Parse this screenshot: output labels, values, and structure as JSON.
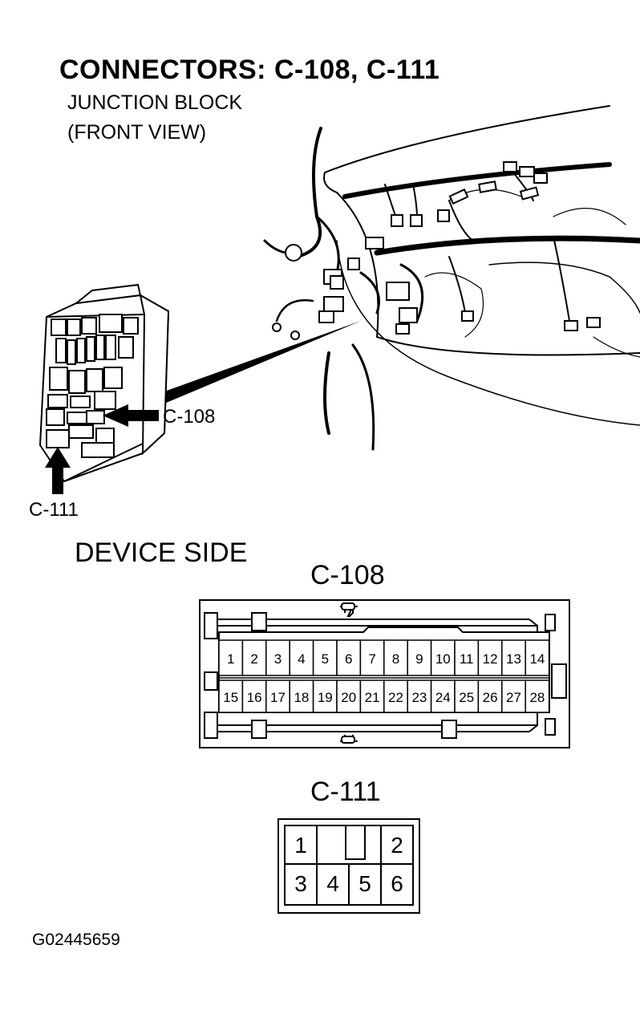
{
  "title": "CONNECTORS: C-108, C-111",
  "subtitle_line1": "JUNCTION BLOCK",
  "subtitle_line2": "(FRONT VIEW)",
  "callouts": {
    "c108": "C-108",
    "c111": "C-111"
  },
  "device_side_label": "DEVICE SIDE",
  "c108": {
    "title": "C-108",
    "top_row": [
      "1",
      "2",
      "3",
      "4",
      "5",
      "6",
      "7",
      "8",
      "9",
      "10",
      "11",
      "12",
      "13",
      "14"
    ],
    "bottom_row": [
      "15",
      "16",
      "17",
      "18",
      "19",
      "20",
      "21",
      "22",
      "23",
      "24",
      "25",
      "26",
      "27",
      "28"
    ]
  },
  "c111": {
    "title": "C-111",
    "top_row": [
      "1",
      "",
      "2"
    ],
    "bottom_row": [
      "3",
      "4",
      "5",
      "6"
    ]
  },
  "figure_id": "G02445659"
}
